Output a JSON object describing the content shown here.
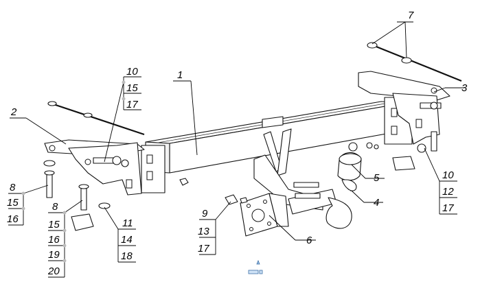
{
  "callouts": {
    "c1": "1",
    "c2": "2",
    "c3": "3",
    "c4": "4",
    "c5": "5",
    "c6": "6",
    "c7": "7",
    "c9_group": [
      "9",
      "13",
      "17"
    ],
    "c10_top": [
      "10",
      "15",
      "17"
    ],
    "c10_right": [
      "10",
      "12",
      "17"
    ],
    "c8_left": [
      "8",
      "15",
      "16"
    ],
    "c8_mid": [
      "8",
      "15",
      "16",
      "19",
      "20"
    ],
    "c11_group": [
      "11",
      "14",
      "18"
    ]
  },
  "colors": {
    "line": "#000000",
    "leader_dot": "#bbbbbb",
    "background": "#ffffff"
  },
  "icons": {
    "connector_marker": "blue-socket-marker-icon"
  }
}
